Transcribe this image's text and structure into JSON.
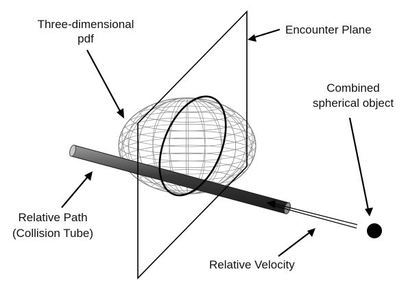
{
  "labels": {
    "pdf_line1": "Three-dimensional",
    "pdf_line2": "pdf",
    "encounter_plane": "Encounter Plane",
    "object_line1": "Combined",
    "object_line2": "spherical object",
    "path_line1": "Relative Path",
    "path_line2": "(Collision Tube)",
    "velocity": "Relative Velocity"
  },
  "colors": {
    "ink": "#000000",
    "mesh": "#8a8a8a",
    "tube": "#3a3a3a",
    "tube_highlight": "#9a9a9a"
  }
}
